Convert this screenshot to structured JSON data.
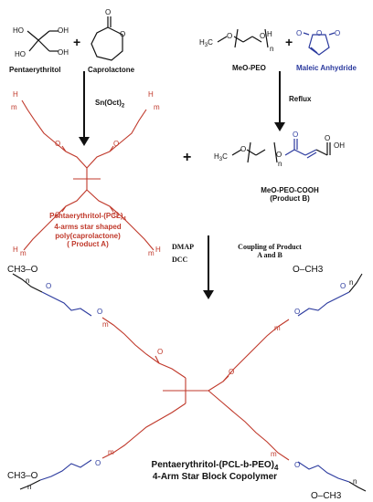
{
  "colors": {
    "red": "#c0392b",
    "blue": "#2b3a9e",
    "black": "#111111"
  },
  "reactants": {
    "pentaerythritol": "Pentaerythritol",
    "caprolactone": "Caprolactone",
    "meo_peo": "MeO-PEO",
    "maleic_anhydride": "Maleic Anhydride",
    "plus": "+"
  },
  "conditions": {
    "sn_oct2": "Sn(Oct)",
    "sn_oct2_sub": "2",
    "reflux": "Reflux",
    "dmap": "DMAP",
    "dcc": "DCC",
    "coupling_line1": "Coupling of  Product",
    "coupling_line2": "A and B"
  },
  "product_a": {
    "line1": "Pentaerythritol-(PCL)",
    "line1_sub": "4",
    "line2": "4-arms star shaped",
    "line3": "poly(caprolactone)",
    "line4": "( Product A)"
  },
  "product_b": {
    "line1": "MeO-PEO-COOH",
    "line2": "(Product B)"
  },
  "final_product": {
    "line1": "Pentaerythritol-(PCL-b-PEO)",
    "line1_sub": "4",
    "line2": "4-Arm Star Block Copolymer"
  },
  "atoms": {
    "O": "O",
    "H": "H",
    "HO": "HO",
    "OH": "OH",
    "m": "m",
    "n": "n",
    "H3C": "H",
    "three": "3",
    "C": "C",
    "CH3": "CH3",
    "CH3_dash": "CH3–O",
    "O_CH3": "O–CH3"
  }
}
